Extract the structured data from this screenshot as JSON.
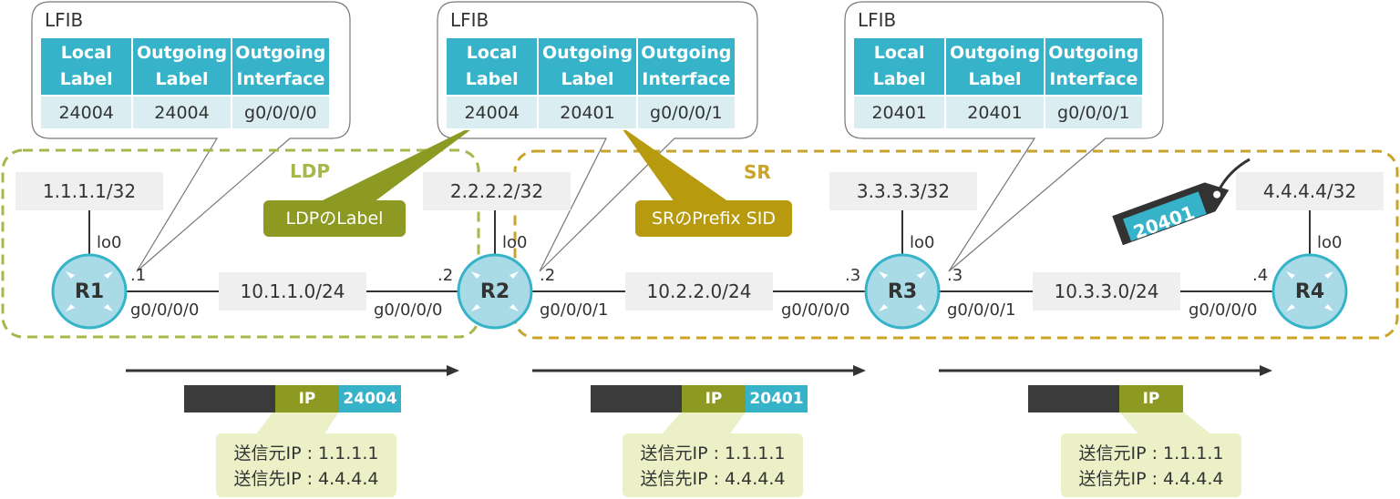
{
  "lfibs": [
    {
      "title": "LFIB",
      "headers": [
        "Local Label",
        "Outgoing Label",
        "Outgoing Interface"
      ],
      "row": [
        "24004",
        "24004",
        "g0/0/0/0"
      ]
    },
    {
      "title": "LFIB",
      "headers": [
        "Local Label",
        "Outgoing Label",
        "Outgoing Interface"
      ],
      "row": [
        "24004",
        "20401",
        "g0/0/0/1"
      ]
    },
    {
      "title": "LFIB",
      "headers": [
        "Local Label",
        "Outgoing Label",
        "Outgoing Interface"
      ],
      "row": [
        "20401",
        "20401",
        "g0/0/0/1"
      ]
    }
  ],
  "zones": {
    "ldp": "LDP",
    "sr": "SR"
  },
  "callouts": {
    "ldp_label": "LDPのLabel",
    "sr_prefix_sid": "SRのPrefix SID"
  },
  "routers": [
    {
      "name": "R1",
      "loopback": "1.1.1.1/32",
      "lo": "lo0"
    },
    {
      "name": "R2",
      "loopback": "2.2.2.2/32",
      "lo": "lo0"
    },
    {
      "name": "R3",
      "loopback": "3.3.3.3/32",
      "lo": "lo0"
    },
    {
      "name": "R4",
      "loopback": "4.4.4.4/32",
      "lo": "lo0"
    }
  ],
  "links": [
    {
      "subnet": "10.1.1.0/24",
      "left_host": ".1",
      "left_if": "g0/0/0/0",
      "right_host": ".2",
      "right_if": "g0/0/0/0"
    },
    {
      "subnet": "10.2.2.0/24",
      "left_host": ".2",
      "left_if": "g0/0/0/1",
      "right_host": ".3",
      "right_if": "g0/0/0/0"
    },
    {
      "subnet": "10.3.3.0/24",
      "left_host": ".3",
      "left_if": "g0/0/0/1",
      "right_host": ".4",
      "right_if": "g0/0/0/0"
    }
  ],
  "tag": "20401",
  "packets": [
    {
      "ip": "IP",
      "label": "24004",
      "src": "送信元IP : 1.1.1.1",
      "dst": "送信先IP : 4.4.4.4"
    },
    {
      "ip": "IP",
      "label": "20401",
      "src": "送信元IP : 1.1.1.1",
      "dst": "送信先IP : 4.4.4.4"
    },
    {
      "ip": "IP",
      "src": "送信元IP : 1.1.1.1",
      "dst": "送信先IP : 4.4.4.4"
    }
  ],
  "colors": {
    "ldp_zone": "#a6b84a",
    "sr_zone": "#c9a42a",
    "router_fill": "#a9dbe6",
    "router_stroke": "#36b3c9",
    "table_header": "#36b3c9",
    "table_cell": "#daeef2",
    "ldp_callout": "#8c9a23",
    "sr_callout": "#b89a0e"
  }
}
